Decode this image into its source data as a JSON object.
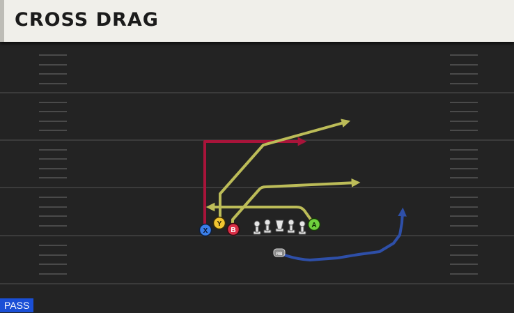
{
  "play": {
    "name": "CROSS DRAG",
    "type": "PASS"
  },
  "colors": {
    "field": "#232323",
    "yard_line": "#3b3b3b",
    "hash": "#4a4a4a",
    "route_red": "#a8143a",
    "route_yellow": "#bcbc58",
    "route_blue": "#2e4fa8",
    "player_x": "#3a7ee8",
    "player_y": "#f2c531",
    "player_b": "#d92e46",
    "player_a": "#6fd13d",
    "player_rb": "#8a8a8a"
  },
  "players": {
    "x": {
      "label": "X",
      "icon": "receiver-x-icon"
    },
    "y": {
      "label": "Y",
      "icon": "receiver-y-icon"
    },
    "b": {
      "label": "B",
      "icon": "receiver-b-icon"
    },
    "a": {
      "label": "A",
      "icon": "receiver-a-icon"
    },
    "rb": {
      "label": "RB",
      "icon": "running-back-icon"
    }
  },
  "linemen": {
    "icon": "offensive-lineman-icon",
    "count": 5
  }
}
